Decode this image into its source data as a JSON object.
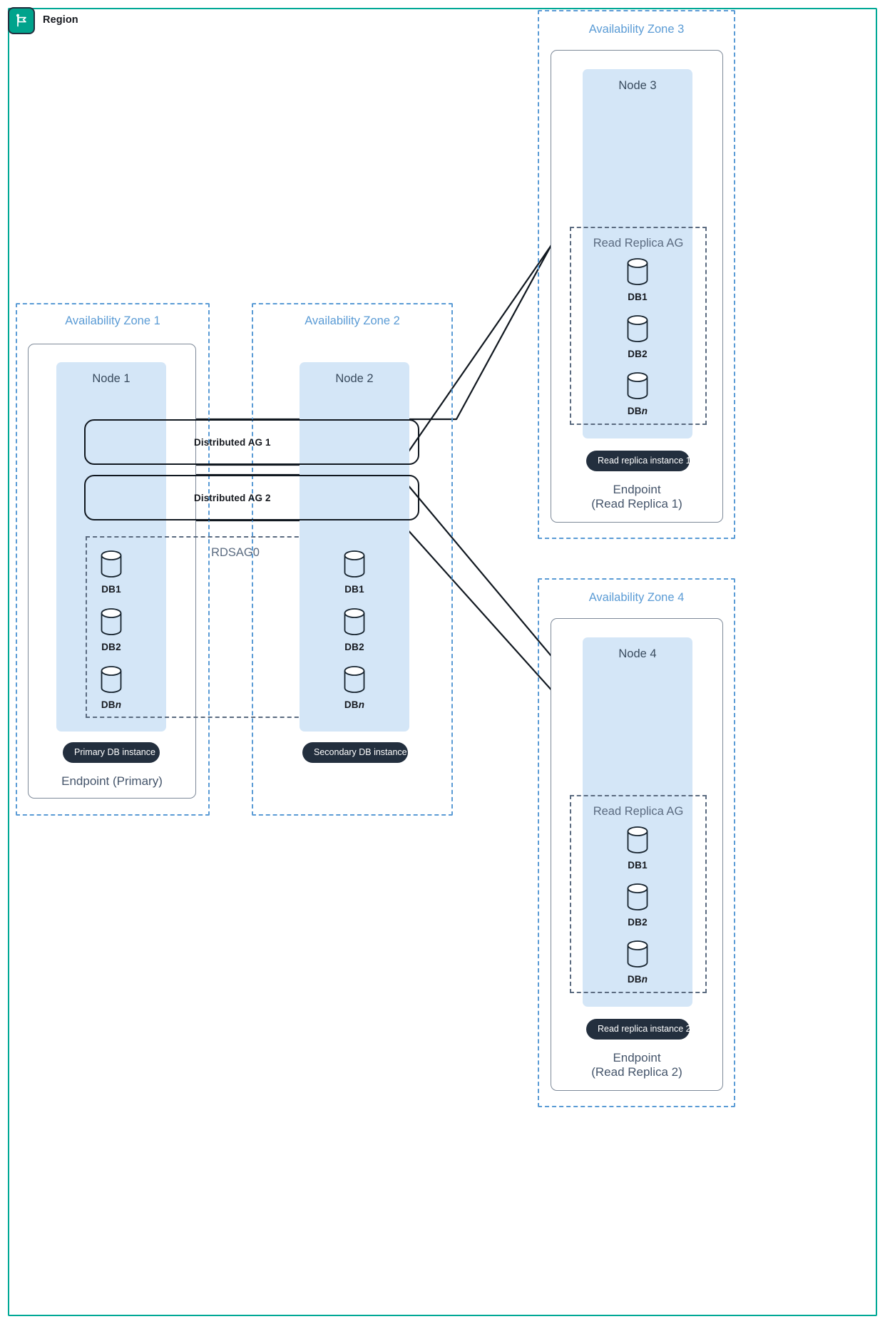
{
  "region": {
    "label": "Region",
    "icon": "flag-icon",
    "accent_color": "#00a895"
  },
  "colors": {
    "az_border": "#5a9bd5",
    "az_text": "#5a9bd5",
    "node_panel": "#d4e6f7",
    "ag_dashed": "#5b6b80",
    "badge_bg": "#232f3e",
    "badge_text": "#ffffff",
    "connector": "#111820",
    "endpoint_text": "#44546a",
    "node_outline": "#7d8998"
  },
  "zones": [
    {
      "id": "az1",
      "title": "Availability Zone 1",
      "node": {
        "label": "Node 1"
      },
      "ag": {
        "title": "RDSAG0"
      },
      "databases": [
        {
          "label": "DB1",
          "italic_suffix": ""
        },
        {
          "label": "DB2",
          "italic_suffix": ""
        },
        {
          "label": "DB",
          "italic_suffix": "n"
        }
      ],
      "badge": "Primary DB instance",
      "endpoint": "Endpoint (Primary)"
    },
    {
      "id": "az2",
      "title": "Availability Zone 2",
      "node": {
        "label": "Node 2"
      },
      "ag": {
        "title": ""
      },
      "databases": [
        {
          "label": "DB1",
          "italic_suffix": ""
        },
        {
          "label": "DB2",
          "italic_suffix": ""
        },
        {
          "label": "DB",
          "italic_suffix": "n"
        }
      ],
      "badge": "Secondary DB instance",
      "endpoint": ""
    },
    {
      "id": "az3",
      "title": "Availability Zone 3",
      "node": {
        "label": "Node 3"
      },
      "ag": {
        "title": "Read Replica AG"
      },
      "databases": [
        {
          "label": "DB1",
          "italic_suffix": ""
        },
        {
          "label": "DB2",
          "italic_suffix": ""
        },
        {
          "label": "DB",
          "italic_suffix": "n"
        }
      ],
      "badge": "Read replica instance 1",
      "endpoint": "Endpoint\n(Read Replica 1)"
    },
    {
      "id": "az4",
      "title": "Availability Zone 4",
      "node": {
        "label": "Node 4"
      },
      "ag": {
        "title": "Read Replica AG"
      },
      "databases": [
        {
          "label": "DB1",
          "italic_suffix": ""
        },
        {
          "label": "DB2",
          "italic_suffix": ""
        },
        {
          "label": "DB",
          "italic_suffix": "n"
        }
      ],
      "badge": "Read replica instance 2",
      "endpoint": "Endpoint\n(Read Replica 2)"
    }
  ],
  "distributed_ags": [
    {
      "id": "dag1",
      "label": "Distributed AG 1"
    },
    {
      "id": "dag2",
      "label": "Distributed AG 2"
    }
  ]
}
